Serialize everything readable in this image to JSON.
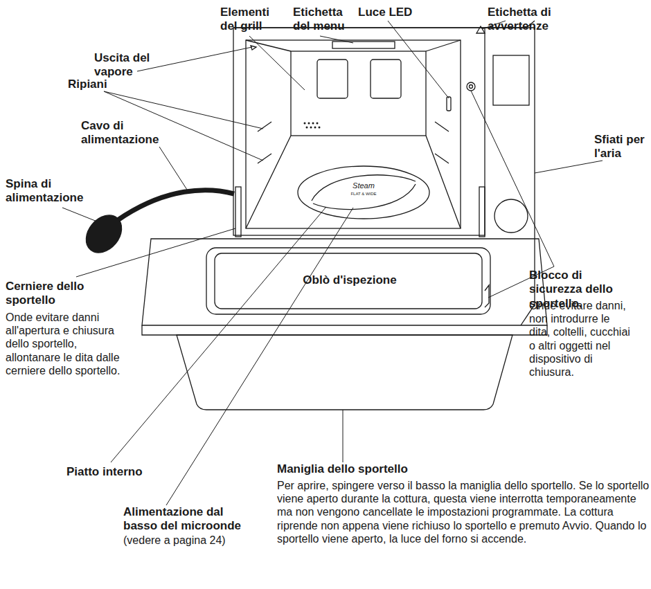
{
  "diagram": {
    "labels": [
      "Uscita del vapore",
      "Elementi del grill",
      "Etichetta del menu",
      "Luce LED",
      "Etichetta di avvertenze",
      "Ripiani",
      "Cavo di alimentazione",
      "Spina di alimentazione",
      "Sfiati per l'aria",
      "Steam",
      "FLAT & WIDE",
      "Oblò d'ispezione",
      "Cerniere dello sportello",
      "Onde evitare danni all'apertura e chiusura dello sportello, allontanare le dita dalle cerniere dello sportello.",
      "Blocco di sicurezza dello sportello.",
      "Onde evitare danni, non introdurre le dita, coltelli, cucchiai o altri oggetti nel dispositivo di chiusura.",
      "Piatto interno",
      "Alimentazione dal basso del microonde",
      "(vedere a pagina 24)",
      "Maniglia dello sportello",
      "Per aprire, spingere verso il basso la maniglia dello sportello. Se lo sportello viene aperto durante la cottura, questa viene interrotta temporaneamente ma non vengono cancellate le impostazioni programmate. La cottura riprende non appena viene richiuso lo sportello e premuto Avvio. Quando lo sportello viene aperto, la luce del forno si accende."
    ]
  }
}
